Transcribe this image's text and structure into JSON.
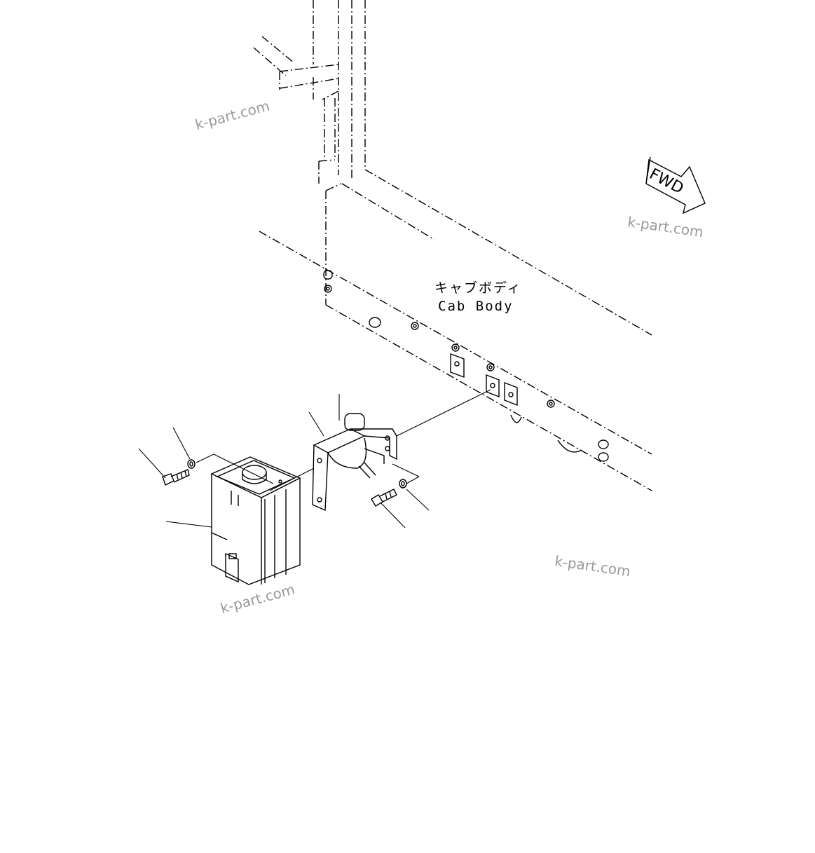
{
  "labels": {
    "cab_body_jp": "キャブボディ",
    "cab_body_en": "Cab Body",
    "fwd": "FWD"
  },
  "watermarks": [
    "k-part.com",
    "k-part.com",
    "k-part.com",
    "k-part.com"
  ],
  "colors": {
    "line": "#000000",
    "watermark": "#9a9a9a",
    "background": "#ffffff"
  }
}
